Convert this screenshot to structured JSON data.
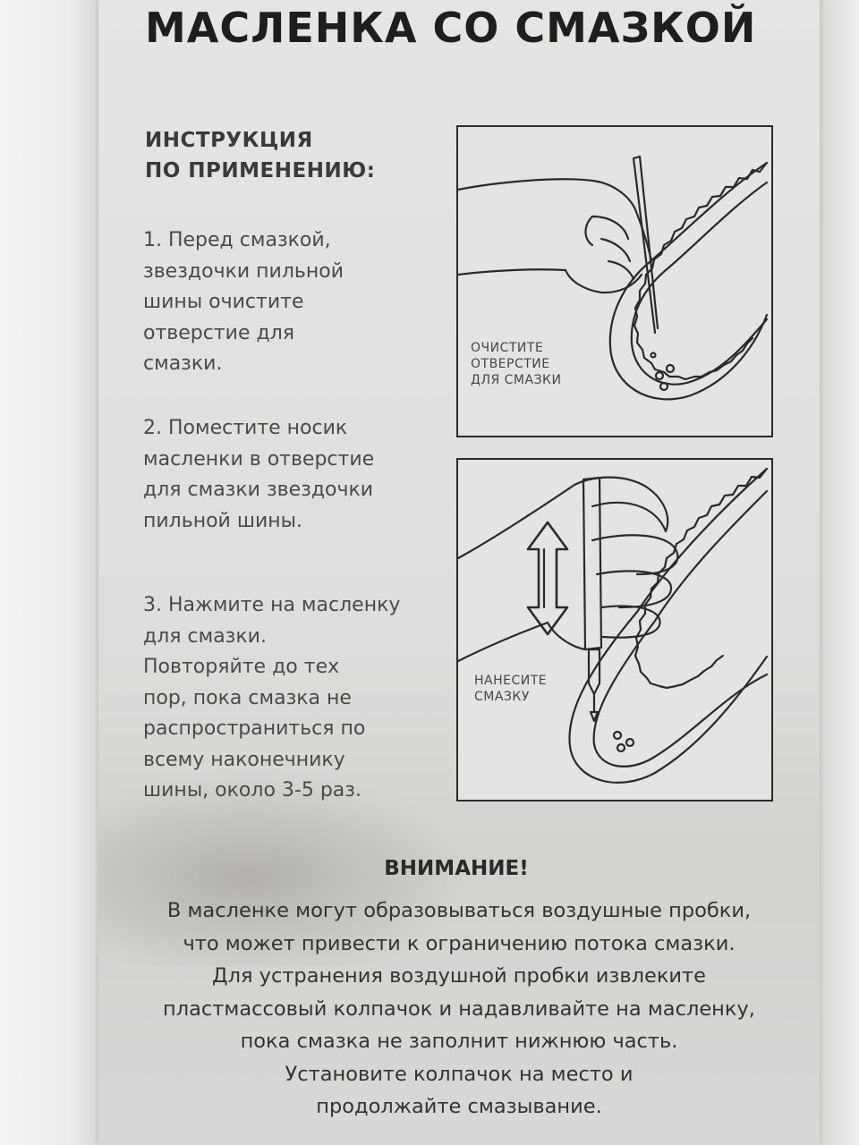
{
  "title": "МАСЛЕНКА СО СМАЗКОЙ",
  "instructions_heading": [
    "ИНСТРУКЦИЯ",
    "ПО ПРИМЕНЕНИЮ:"
  ],
  "steps": [
    {
      "lines": [
        "1. Перед смазкой,",
        "звездочки пильной",
        "шины очистите",
        "отверстие для",
        "смазки."
      ]
    },
    {
      "lines": [
        "2. Поместите носик",
        "масленки в отверстие",
        "для смазки звездочки",
        "пильной шины."
      ]
    },
    {
      "lines": [
        "3. Нажмите на масленку",
        "для смазки.",
        "Повторяйте до тех",
        "пор, пока смазка не",
        "распространиться по",
        "всему наконечнику",
        "шины, около 3-5 раз."
      ]
    }
  ],
  "illustrations": [
    {
      "caption": [
        "ОЧИСТИТЕ",
        "ОТВЕРСТИЕ",
        "ДЛЯ СМАЗКИ"
      ],
      "icon": "hand-with-pick-on-chain-bar"
    },
    {
      "caption": [
        "НАНЕСИТЕ",
        "СМАЗКУ"
      ],
      "icon": "hand-squeezing-oiler-on-chain-bar"
    }
  ],
  "warning": {
    "title": "ВНИМАНИЕ!",
    "lines": [
      "В масленке могут образовываться воздушные пробки,",
      "что может привести к ограничению потока смазки.",
      "Для устранения воздушной пробки извлеките",
      "пластмассовый колпачок и надавливайте на масленку,",
      "пока смазка не заполнит нижнюю часть.",
      "Установите колпачок на место и",
      "продолжайте смазывание."
    ]
  }
}
